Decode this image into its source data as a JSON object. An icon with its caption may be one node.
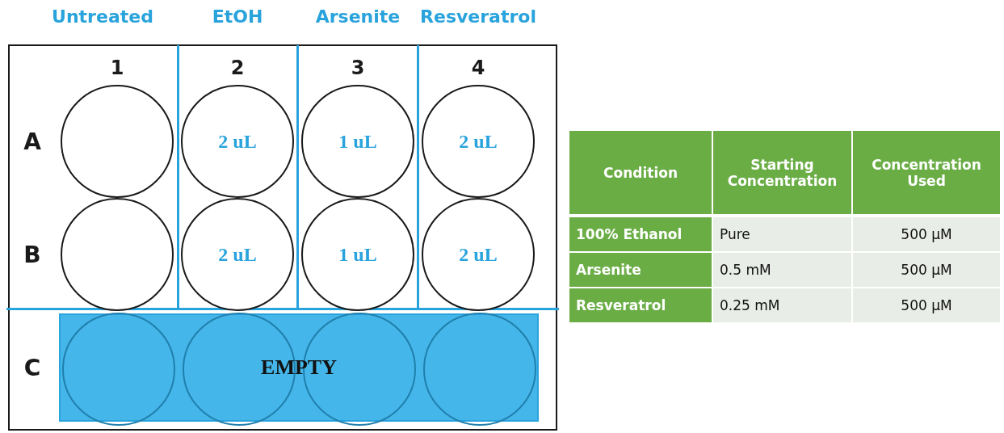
{
  "diagram": {
    "nodes": [
      {
        "text": [],
        "shape": "circle"
      },
      {
        "text": [
          "2 uL"
        ]
      },
      {
        "text": [
          "1 uL"
        ]
      },
      {
        "text": [
          "2 uL"
        ]
      },
      {
        "text": [],
        "shape": "circle"
      },
      {
        "text": [
          "2 uL"
        ]
      },
      {
        "text": [
          "1 uL"
        ]
      },
      {
        "text": [
          "2 uL"
        ]
      },
      {
        "text": [
          "EMPTY"
        ]
      },
      {
        "text": [],
        "shape": "circle",
        "in": 8
      },
      {
        "text": [],
        "shape": "circle",
        "in": 8
      },
      {
        "text": [],
        "shape": "circle",
        "in": 8
      },
      {
        "text": [],
        "shape": "circle",
        "in": 8
      }
    ],
    "edges": [],
    "labels": [
      "Untreated",
      "EtOH",
      "Arsenite",
      "Resveratrol",
      "1",
      "2",
      "3",
      "4",
      "A",
      "B",
      "C",
      "Condition",
      "Starting Concentration",
      "Concentration Used",
      "100% Ethanol",
      "Pure",
      "500 µM",
      "Arsenite",
      "0.5 mM",
      "500 µM",
      "Resveratrol",
      "0.25 mM",
      "500 µM"
    ]
  }
}
